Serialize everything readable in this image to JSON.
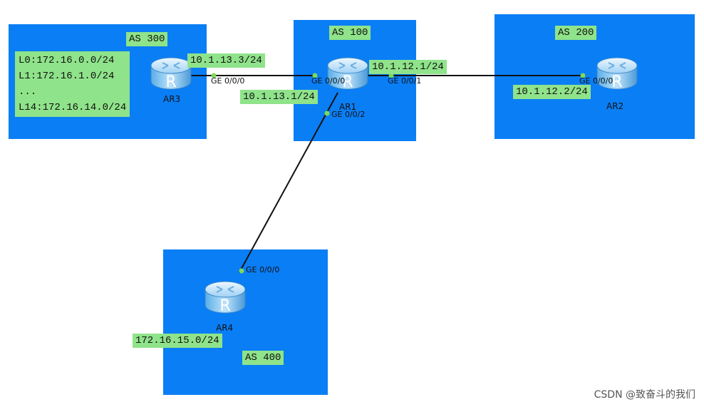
{
  "areas": {
    "as300": "AS 300",
    "as100": "AS 100",
    "as200": "AS 200",
    "as400": "AS 400"
  },
  "colors": {
    "as_fill": "#0a7ef5",
    "label_fill": "#8fe38a",
    "link": "#111111",
    "port_dot": "#7ed957"
  },
  "routers": {
    "ar1": "AR1",
    "ar2": "AR2",
    "ar3": "AR3",
    "ar4": "AR4",
    "glyph": "R"
  },
  "ar3_networks": [
    "L0:172.16.0.0/24",
    "L1:172.16.1.0/24",
    "...",
    "L14:172.16.14.0/24"
  ],
  "addresses": {
    "ar3_ge000": "10.1.13.3/24",
    "ar1_ge000": "10.1.13.1/24",
    "ar1_ge001": "10.1.12.1/24",
    "ar2_ge000": "10.1.12.2/24",
    "ar4_net": "172.16.15.0/24"
  },
  "ports": {
    "ar3_p0": "GE 0/0/0",
    "ar1_p0": "GE 0/0/0",
    "ar1_p1": "GE 0/0/1",
    "ar1_p2": "GE 0/0/2",
    "ar2_p0": "GE 0/0/0",
    "ar4_p0": "GE 0/0/0"
  },
  "watermark": "CSDN @致奋斗的我们"
}
